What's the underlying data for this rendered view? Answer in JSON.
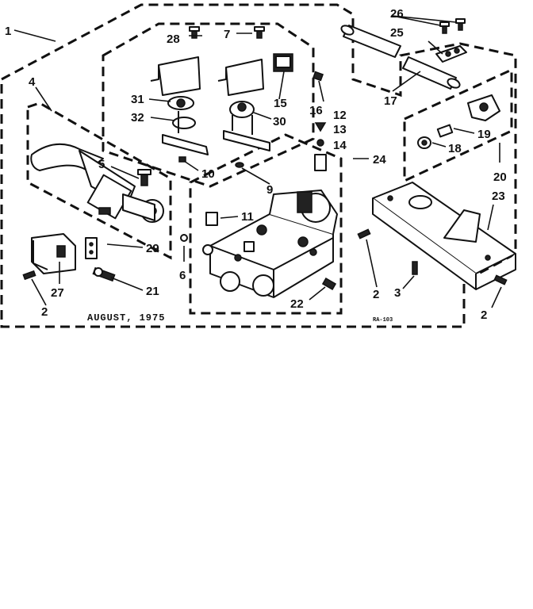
{
  "diagram": {
    "date_text": "AUGUST, 1975",
    "drawing_code": "RA-103",
    "callouts": {
      "c1": "1",
      "c2a": "2",
      "c2b": "2",
      "c2c": "2",
      "c3": "3",
      "c4": "4",
      "c5a": "5",
      "c6": "6",
      "c7": "7",
      "c9": "9",
      "c10": "10",
      "c11": "11",
      "c12": "12",
      "c13": "13",
      "c14": "14",
      "c15": "15",
      "c16": "16",
      "c17": "17",
      "c18": "18",
      "c19": "19",
      "c20": "20",
      "c21": "21",
      "c22": "22",
      "c23": "23",
      "c24": "24",
      "c25": "25",
      "c26": "26",
      "c27": "27",
      "c28": "28",
      "c29": "29",
      "c30": "30",
      "c31": "31",
      "c32": "32"
    }
  }
}
